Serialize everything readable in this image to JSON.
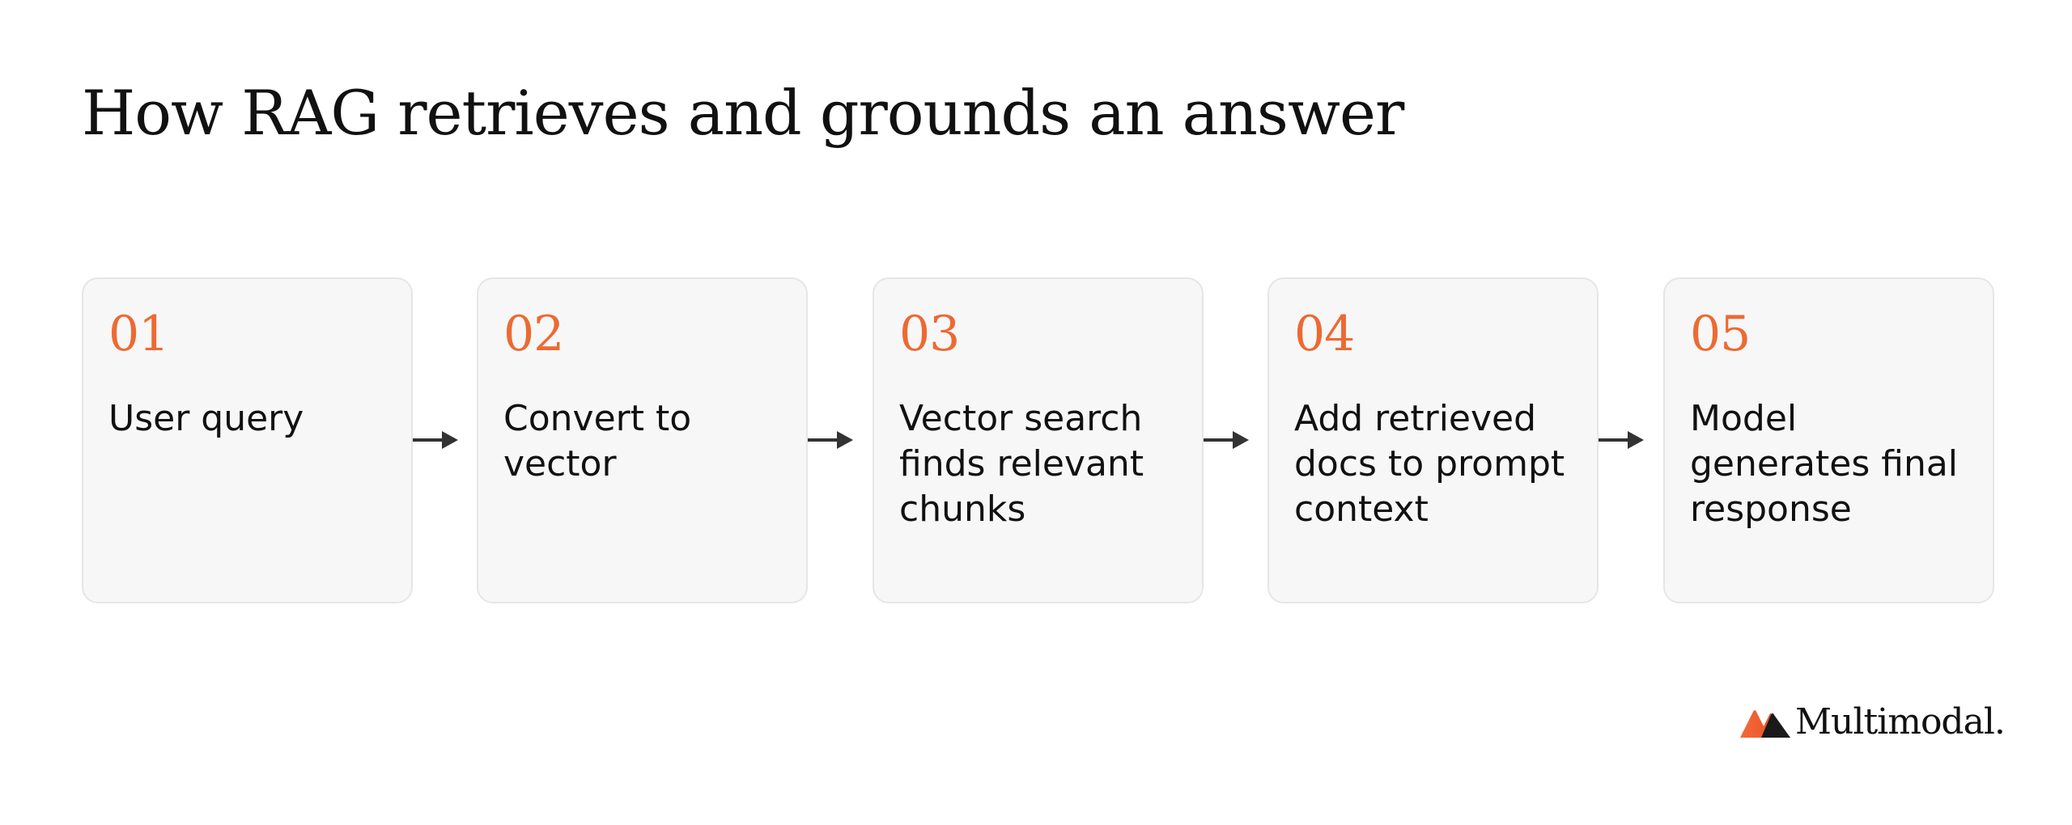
{
  "title": "How RAG retrieves and grounds an answer",
  "steps": [
    {
      "number": "01",
      "label": "User query"
    },
    {
      "number": "02",
      "label": "Convert to vector"
    },
    {
      "number": "03",
      "label": "Vector search finds relevant chunks"
    },
    {
      "number": "04",
      "label": "Add retrieved docs to prompt context"
    },
    {
      "number": "05",
      "label": "Model generates final response"
    }
  ],
  "brand": {
    "name": "Multimodal.",
    "icon": "mountain-logo-icon"
  },
  "colors": {
    "accent": "#ec6a33",
    "card_background": "#f7f7f7",
    "card_border": "#e6e6e6",
    "text": "#111111",
    "arrow": "#333333"
  }
}
